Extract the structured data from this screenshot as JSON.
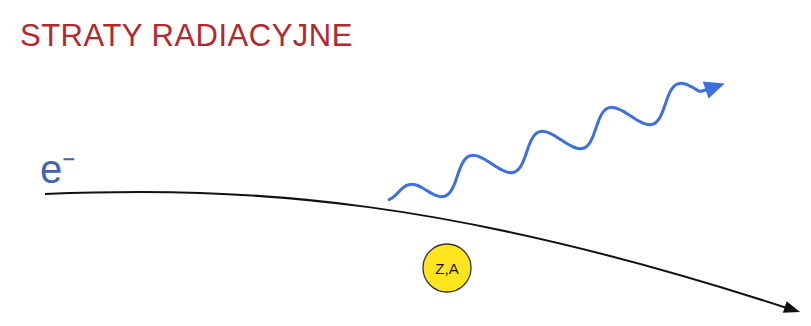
{
  "diagram": {
    "title": "STRATY RADIACYJNE",
    "nodes": [
      {
        "text": [
          "Z,A"
        ]
      }
    ],
    "labels": [
      "e⁻"
    ]
  }
}
